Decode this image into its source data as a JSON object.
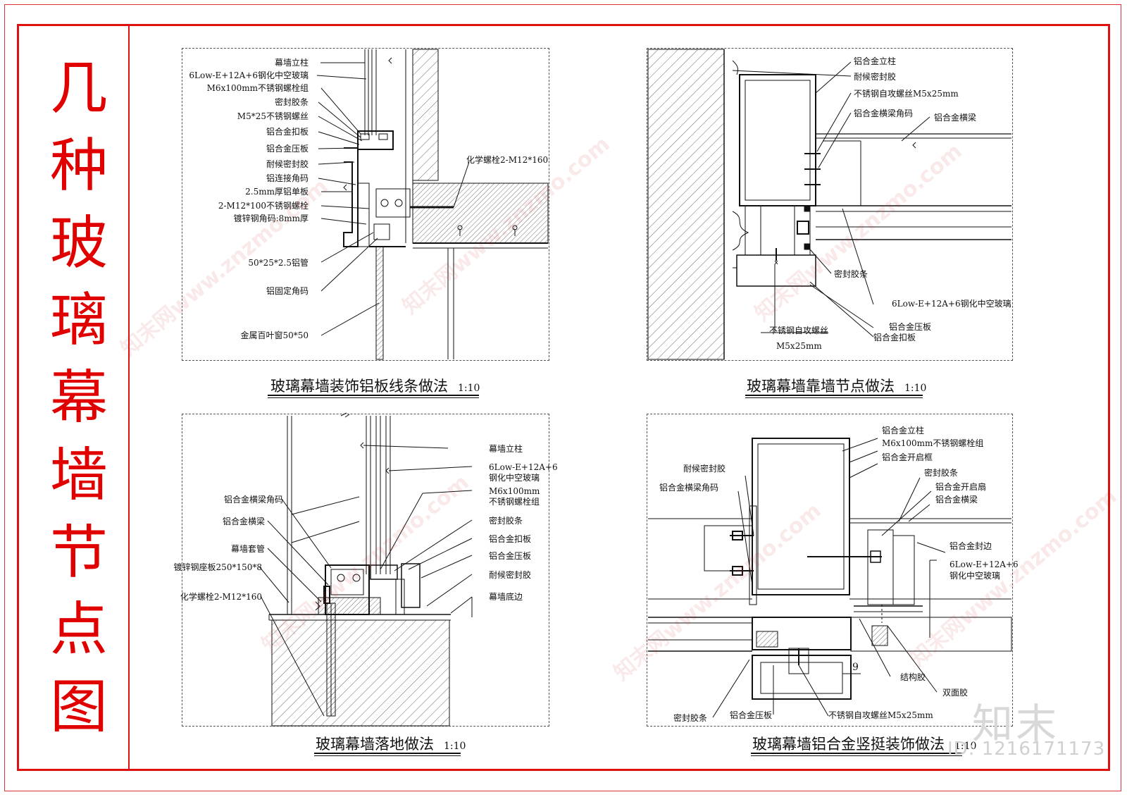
{
  "sheet_title": [
    "几",
    "种",
    "玻",
    "璃",
    "幕",
    "墙",
    "节",
    "点",
    "图"
  ],
  "panels": {
    "p1": {
      "title": "玻璃幕墙装饰铝板线条做法",
      "scale": "1:10",
      "labels": [
        "幕墙立柱",
        "6Low-E+12A+6钢化中空玻璃",
        "M6x100mm不锈钢螺栓组",
        "密封胶条",
        "M5*25不锈钢螺丝",
        "铝合金扣板",
        "铝合金压板",
        "耐候密封胶",
        "铝连接角码",
        "2.5mm厚铝单板",
        "2-M12*100不锈钢螺栓",
        "镀锌钢角码:8mm厚",
        "50*25*2.5铝管",
        "铝固定角码",
        "金属百叶窗50*50"
      ],
      "right_label": "化学螺栓2-M12*160"
    },
    "p2": {
      "title": "玻璃幕墙靠墙节点做法",
      "scale": "1:10",
      "labels": [
        "铝合金立柱",
        "耐候密封胶",
        "不锈钢自攻螺丝M5x25mm",
        "铝合金横梁角码",
        "铝合金横梁",
        "密封胶条",
        "6Low-E+12A+6钢化中空玻璃",
        "铝合金压板",
        "铝合金扣板"
      ],
      "bottom_label_1": "不锈钢自攻螺丝",
      "bottom_label_2": "M5x25mm"
    },
    "p3": {
      "title": "玻璃幕墙落地做法",
      "scale": "1:10",
      "left_labels": [
        "铝合金横梁角码",
        "铝合金横梁",
        "幕墙套管",
        "镀锌钢座板250*150*8",
        "化学螺栓2-M12*160"
      ],
      "right_labels": [
        "幕墙立柱",
        "6Low-E+12A+6",
        "钢化中空玻璃",
        "M6x100mm",
        "不锈钢螺栓组",
        "密封胶条",
        "铝合金扣板",
        "铝合金压板",
        "耐候密封胶",
        "幕墙底边"
      ]
    },
    "p4": {
      "title": "玻璃幕墙铝合金竖挺装饰做法",
      "scale": "1:10",
      "left_labels": [
        "耐候密封胶",
        "铝合金横梁角码"
      ],
      "right_labels": [
        "铝合金立柱",
        "M6x100mm不锈钢螺栓组",
        "铝合金开启框",
        "密封胶条",
        "铝合金开启扇",
        "铝合金横梁",
        "铝合金封边",
        "6Low-E+12A+6",
        "钢化中空玻璃"
      ],
      "bottom_labels": [
        "结构胶",
        "双面胶",
        "密封胶条",
        "铝合金压板",
        "不锈钢自攻螺丝M5x25mm"
      ],
      "dim": "9"
    }
  },
  "watermark": "知末网www.znzmo.com",
  "logo": "知末",
  "image_id": "ID: 1216171173",
  "colors": {
    "frame": "#e01010",
    "title": "#e00000",
    "line": "#111111"
  }
}
